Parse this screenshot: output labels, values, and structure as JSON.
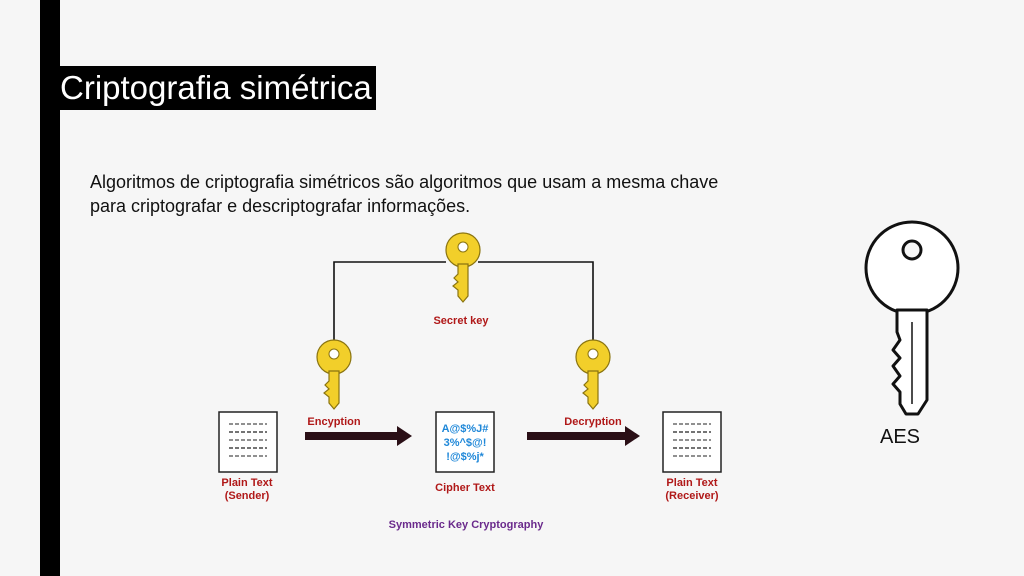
{
  "slide": {
    "title": "Criptografia simétrica",
    "description_line1": "Algoritmos de criptografia simétricos são algoritmos que usam a mesma chave",
    "description_line2": "para criptografar e descriptografar informações.",
    "aes_label": "AES"
  },
  "diagram": {
    "secret_key_label": "Secret key",
    "encryption_label": "Encyption",
    "decryption_label": "Decryption",
    "cipher_lines": [
      "A@$%J#",
      "3%^$@!",
      "!@$%j*"
    ],
    "plain_sender_label": [
      "Plain Text",
      "(Sender)"
    ],
    "cipher_label": "Cipher Text",
    "plain_receiver_label": [
      "Plain Text",
      "(Receiver)"
    ],
    "caption": "Symmetric Key Cryptography"
  },
  "colors": {
    "key_gold": "#f2cf2a",
    "label_red": "#b01818",
    "cipher_blue": "#1e87d8",
    "caption_purple": "#6a2a8c",
    "arrow_dark": "#2a0f16"
  }
}
